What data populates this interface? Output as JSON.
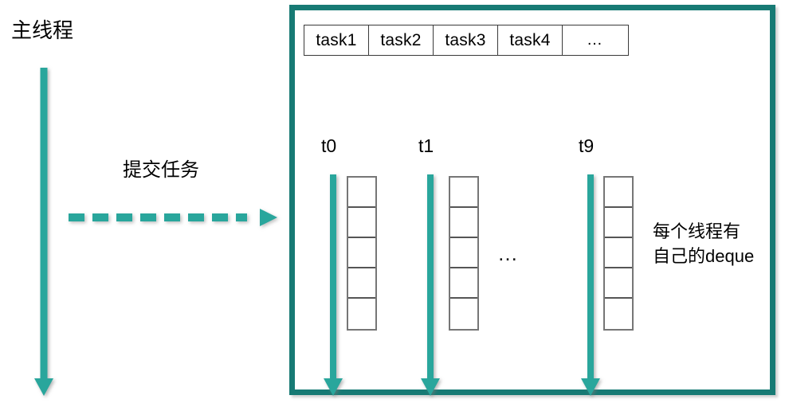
{
  "diagram": {
    "main_thread": {
      "label": "主线程",
      "arrow_name": "main-thread-arrow"
    },
    "submit": {
      "label": "提交任务"
    },
    "task_queue": {
      "cells": [
        "task1",
        "task2",
        "task3",
        "task4",
        "…"
      ]
    },
    "threads": [
      {
        "label": "t0",
        "deque_cells": 5
      },
      {
        "label": "t1",
        "deque_cells": 5
      },
      {
        "label": "t9",
        "deque_cells": 5
      }
    ],
    "threads_ellipsis": "…",
    "note": {
      "line1": "每个线程有",
      "line2": "自己的deque"
    },
    "colors": {
      "arrow_teal": "#29a69c",
      "box_border_teal": "#177a74",
      "cell_border": "#767676",
      "text": "#000000",
      "background": "#ffffff"
    }
  }
}
